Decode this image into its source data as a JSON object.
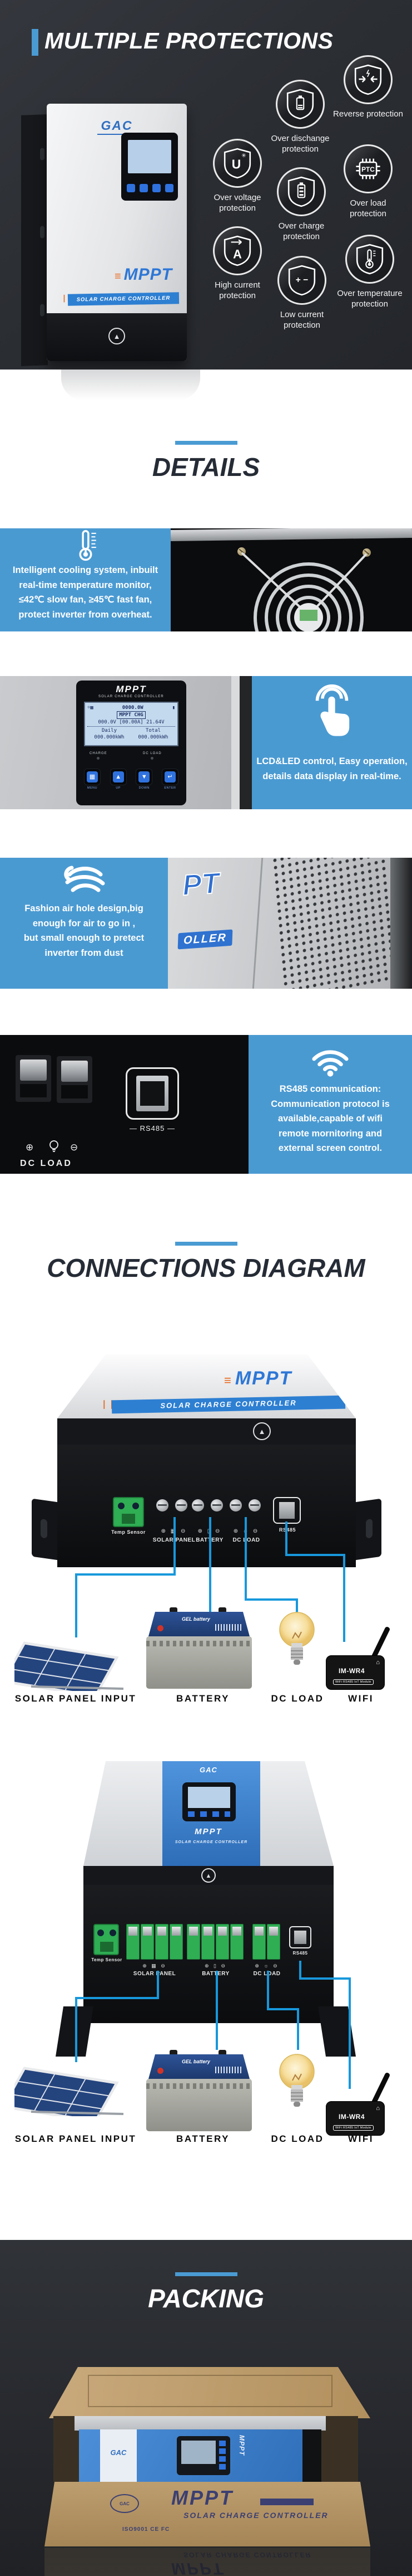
{
  "theme": {
    "dark_bg": "#2b2e33",
    "accent_blue": "#4a9bd3",
    "panel_blue": "#4a9ad2",
    "wire_blue": "#1798dc",
    "heading": "#262c36"
  },
  "hero": {
    "title": "MULTIPLE PROTECTIONS",
    "glyphs": {
      "voltage": "U",
      "voltage_star": "✳",
      "load": "PTC",
      "current": "A",
      "polarity": "+ −"
    },
    "protections": [
      {
        "label": "Over dischange protection"
      },
      {
        "label": "Reverse protection"
      },
      {
        "label": "Over voltage protection"
      },
      {
        "label": "Over load protection"
      },
      {
        "label": "Over charge protection"
      },
      {
        "label": "High current protection"
      },
      {
        "label": "Over temperature protection"
      },
      {
        "label": "Low current protection"
      }
    ]
  },
  "product": {
    "brand": "GAC",
    "mppt": "MPPT",
    "banner": "SOLAR CHARGE CONTROLLER"
  },
  "lcd": {
    "title": "MPPT",
    "subtitle": "SOLAR CHARGE CONTROLLER",
    "sun": "☼",
    "panel_glyph": "▦",
    "power": "0000.0W",
    "batt_glyph": "▮",
    "mode": "MPPT CHG",
    "readings": "000.0V [00.00A] 21.64V",
    "daily_label": "Daily",
    "total_label": "Total",
    "daily_value": "000.000kWh",
    "total_value": "000.000kWh",
    "led_charge": "CHARGE",
    "led_load": "DC LOAD",
    "buttons": [
      "MENU",
      "UP",
      "DOWN",
      "ENTER"
    ],
    "button_glyphs": [
      "▦",
      "▲",
      "▼",
      "↵"
    ]
  },
  "details": {
    "heading": "DETAILS",
    "rows": [
      {
        "lines": [
          "Intelligent cooling system, inbuilt",
          "real-time temperature monitor,",
          "≤42℃ slow fan, ≥45℃ fast fan,",
          "protect inverter from overheat."
        ]
      },
      {
        "lines": [
          "LCD&LED control, Easy operation,",
          "details data display in real-time."
        ]
      },
      {
        "lines": [
          "Fashion air hole design,big",
          "enough for air to go in ,",
          "but small enough to pretect",
          "inverter from dust"
        ]
      },
      {
        "lines": [
          "RS485 communication:",
          "Communication protocol is",
          "available,capable of wifi",
          "remote mornitoring and",
          "external screen control."
        ]
      }
    ]
  },
  "connections": {
    "heading": "CONNECTIONS DIAGRAM",
    "temp_sensor": "Temp Sensor",
    "solar": "SOLAR PANEL",
    "battery": "BATTERY",
    "load": "DC LOAD",
    "rs485": "RS485",
    "glyph_solar": "⊕ ▦ ⊖",
    "glyph_battery": "⊕ ▯ ⊖",
    "glyph_load": "⊕ ☼ ⊖",
    "items": [
      "SOLAR PANEL INPUT",
      "BATTERY",
      "DC LOAD",
      "WIFI"
    ],
    "wifi_module": "IM-WR4",
    "wifi_module_sub": "WiFi RS485 IoT Module",
    "wifi_glyph": "⌂",
    "battery_label": "GEL battery"
  },
  "photo_labels": {
    "rs485": "RS485",
    "dc_load": "DC LOAD",
    "plus": "⊕",
    "minus": "⊖",
    "mppt_part1": "PT",
    "mppt_part2": "OLLER"
  },
  "packing": {
    "heading": "PACKING",
    "certs": "ISO9001 CE FC"
  }
}
